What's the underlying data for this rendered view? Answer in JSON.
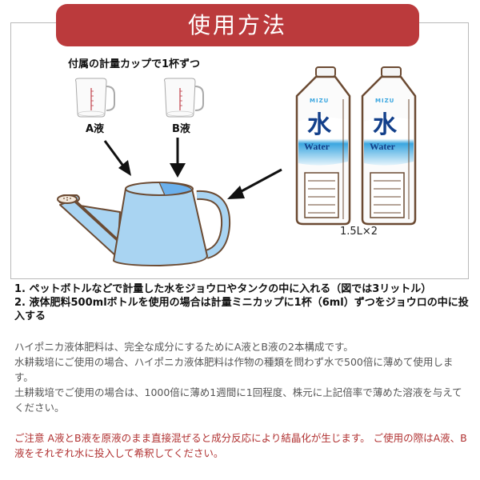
{
  "header": {
    "title": "使用方法"
  },
  "diagram": {
    "cup_caption": "付属の計量カップで1杯ずつ",
    "cups": [
      {
        "label": "A液"
      },
      {
        "label": "B液"
      }
    ],
    "bottles": [
      {
        "brand": "MIZU",
        "kanji": "水",
        "name": "Water"
      },
      {
        "brand": "MIZU",
        "kanji": "水",
        "name": "Water"
      }
    ],
    "bottle_caption": "1.5L×2"
  },
  "steps": [
    "1. ペットボトルなどで計量した水をジョウロやタンクの中に入れる（図では3リットル）",
    "2. 液体肥料500mlボトルを使用の場合は計量ミニカップに1杯（6ml）ずつをジョウロの中に投入する"
  ],
  "description": [
    "ハイポニカ液体肥料は、完全な成分にするためにA液とB液の2本構成です。",
    "水耕栽培にご使用の場合、ハイポニカ液体肥料は作物の種類を問わず水で500倍に薄めて使用します。",
    "土耕栽培でご使用の場合は、1000倍に薄め1週間に1回程度、株元に上記倍率で薄めた溶液を与えてください。"
  ],
  "caution": "ご注意 A液とB液を原液のまま直接混ぜると成分反応により結晶化が生じます。 ご使用の際はA液、B液をそれぞれ水に投入して希釈してください。",
  "colors": {
    "banner": "#bb3a3c",
    "caution_text": "#b03030",
    "can_fill": "#a9d4f2",
    "outline": "#6b4a32"
  }
}
